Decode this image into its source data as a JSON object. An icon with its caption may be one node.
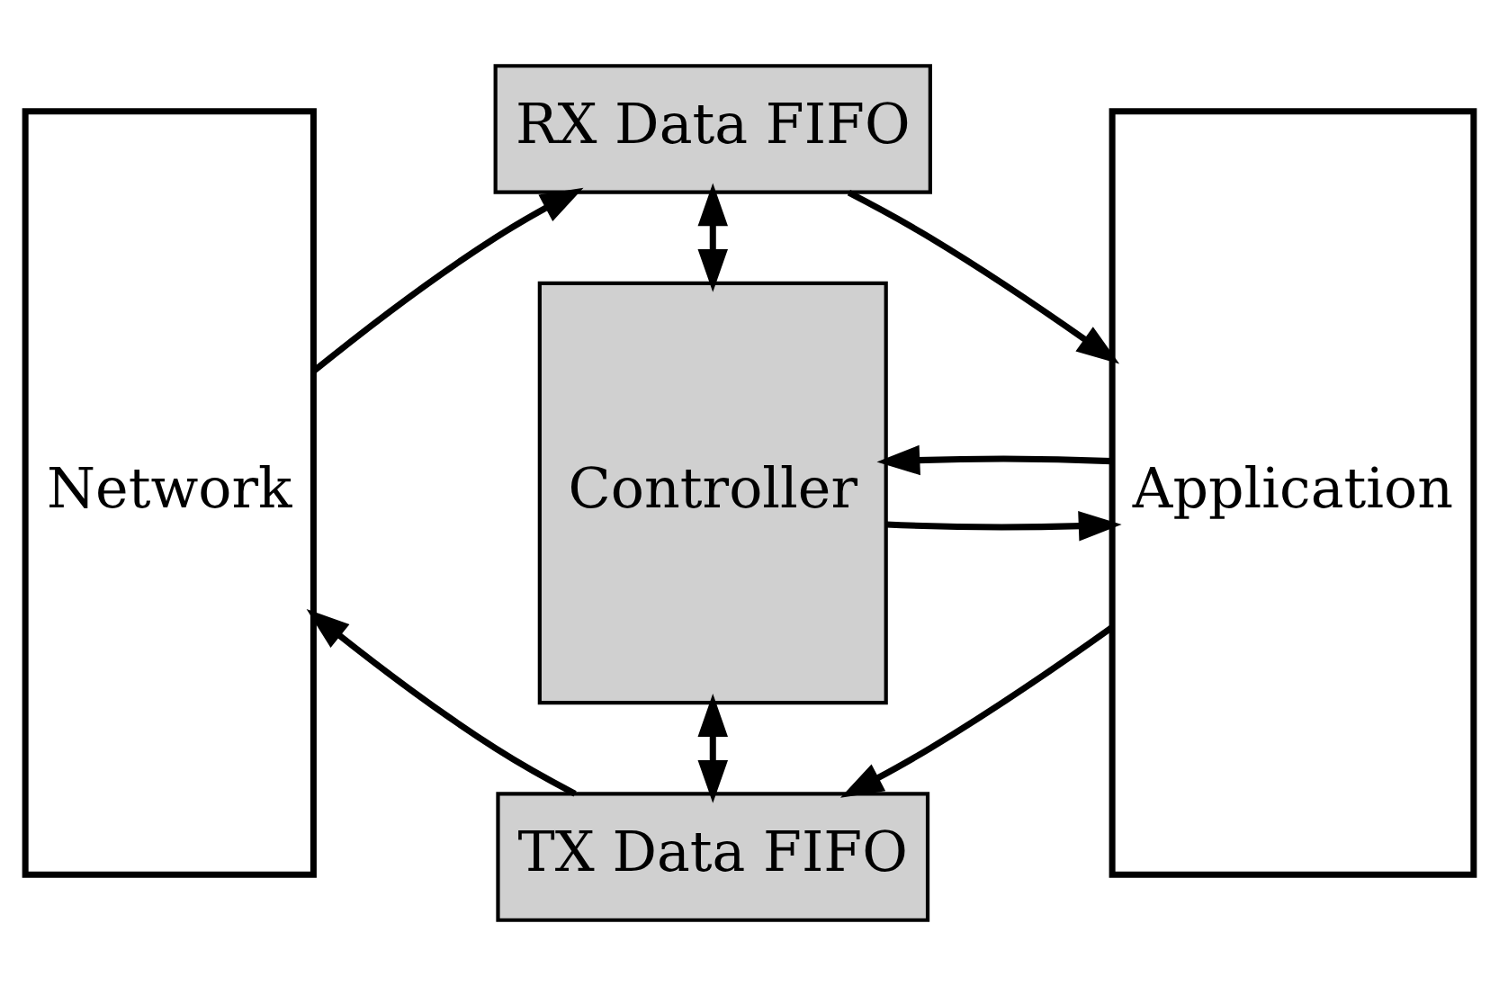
{
  "diagram": {
    "nodes": [
      {
        "text": [
          "Network"
        ]
      },
      {
        "text": [
          "RX Data FIFO"
        ]
      },
      {
        "text": [
          "Controller"
        ]
      },
      {
        "text": [
          "TX Data FIFO"
        ]
      },
      {
        "text": [
          "Application"
        ]
      }
    ],
    "edges": [
      {
        "from": 0,
        "to": 1,
        "arrow": "to"
      },
      {
        "from": 1,
        "to": 4,
        "arrow": "to"
      },
      {
        "from": 1,
        "to": 2,
        "arrow": "both"
      },
      {
        "from": 2,
        "to": 4,
        "arrow": "to"
      },
      {
        "from": 4,
        "to": 2,
        "arrow": "to"
      },
      {
        "from": 2,
        "to": 3,
        "arrow": "both"
      },
      {
        "from": 4,
        "to": 3,
        "arrow": "to"
      },
      {
        "from": 3,
        "to": 0,
        "arrow": "to"
      }
    ]
  }
}
